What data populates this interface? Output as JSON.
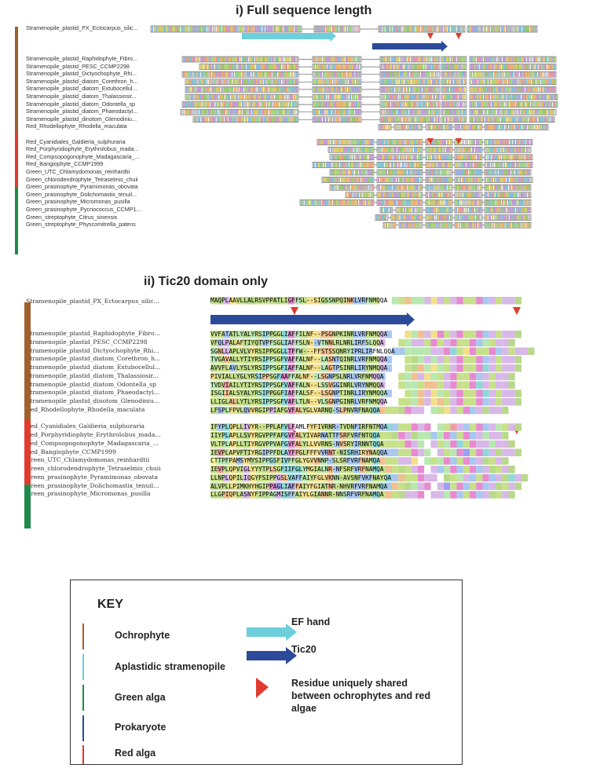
{
  "panel1": {
    "title": "i) Full sequence length",
    "top_sequence": "Stramenopile_plastid_PX_Ectocarpus_silic...",
    "rows": [
      "Stramenopile_plastid_Raphidophyte_Fibro...",
      "Stramenopile_plastid_PESC_CCMP2298",
      "Stramenopile_plastid_Dictyochophyte_Rhi...",
      "Stramenopile_plastid_diatom_Corethron_h...",
      "Stramenopile_plastid_diatom_Extubocellul...",
      "Stramenopile_plastid_diatom_Thalassiosir...",
      "Stramenopile_plastid_diatom_Odontella_sp",
      "Stramenopile_plastid_diatom_Phaeodactyl...",
      "Stramenopile_plastid_dinotom_Glenodiniu...",
      "Red_Rhodellophyte_Rhodella_maculata",
      "",
      "Red_Cyanidiales_Galdieria_sulphuraria",
      "Red_Porphyridiophyte_Erythrolobus_mada...",
      "Red_Compsopogonophyte_Madagascaria_...",
      "Red_Bangiophyte_CCMP1999",
      "Green_UTC_Chlamydomonas_reinhardtii",
      "Green_chlorodendrophyte_Tetraselmis_chuii",
      "Green_prasinophyte_Pyramimonas_obovata",
      "Green_prasinophyte_Dolichomastix_tenuil...",
      "Green_prasinophyte_Micromonas_pusilla",
      "Green_prasinophyte_Pycnococcus_CCMP1...",
      "Green_streptophyte_Citrus_sinensis",
      "Green_streptophyte_Physcomitrella_patens"
    ]
  },
  "panel2": {
    "title": "ii) Tic20 domain only",
    "top_sequence": "Stramenopile_plastid_PX_Ectocarpus_silic...",
    "top_alignment": "MAQPLAAVLLALRSVPPATLIGFFSL--SIGSSNPQINKLVRFNMQQA",
    "rows": [
      {
        "name": "Stramenopile_plastid_Raphidophyte_Fibro...",
        "seq": "VVFATATLYALYRSIPPGGLIAFFILNF--PSGNPKINRLVRFNMQQA"
      },
      {
        "name": "Stramenopile_plastid_PESC_CCMP2298",
        "seq": "VFQLPALAFTIYQTVPFSGLIAFFSLN--VTNNLRLNRLIRFSLQQA"
      },
      {
        "name": "Stramenopile_plastid_Dictyochophyte_Rhi...",
        "seq": "SGNLLAPLVLVYRSIPPGGLLTFFW---FFSTSSQNRYIPRLIRFNLQQA"
      },
      {
        "name": "Stramenopile_plastid_diatom_Corethron_h...",
        "seq": "TVGAVALLYTIYRSIPPSGFVAFFALNF--LASNTQINRLVRFNMQQA"
      },
      {
        "name": "Stramenopile_plastid_diatom_Extubocellul...",
        "seq": "AVVFLAVLYSLYRSIPPSGFIAFFALNF--LAGTPSINRLIRYNMQQA"
      },
      {
        "name": "Stramenopile_plastid_diatom_Thalassiosir...",
        "seq": "PIVIALLYGLYRSIPPSGFAAFFALNF--LSGNPSLNRLVRFNMQQA"
      },
      {
        "name": "Stramenopile_plastid_diatom_Odontella_sp",
        "seq": "TVDVIAILYTIYRSIPPSGFVAFFALN--LSSVGGINRLVRYNMQQA"
      },
      {
        "name": "Stramenopile_plastid_diatom_Phaeodactyl...",
        "seq": "ISGIIALSYALYRSIPPGGFIAFFALSF--LSGNPTINRLIRYNMQQA"
      },
      {
        "name": "Stramenopile_plastid_dinotom_Glenodiniu...",
        "seq": "LLIGLALLYTLYRSIPPSGFVAFLTLN--VLSGNPGINRLVRFNMQQA"
      },
      {
        "name": "Red_Rhodellophyte_Rhodella_maculata",
        "seq": "LFSPLFPVLQVVRGIPPIAFGVFALYGLVARNQ-SLPNVRFNAQQA"
      },
      {
        "name": "",
        "seq": ""
      },
      {
        "name": "Red_Cyanidiales_Galdieria_sulphuraria",
        "seq": "IFYPLQPLLIVYR--PPLAFVLFAMLFYFIVRNR-TVDNFIRFNTMQA"
      },
      {
        "name": "Red_Porphyridiophyte_Erythrolobus_mada...",
        "seq": "IIYPLAPLLSVYRGVPPFAFGVFALYIVARNATTFSRFVRFNTQQA"
      },
      {
        "name": "Red_Compsopogonophyte_Madagascaria_...",
        "seq": "VLTPLAPLLTIYRGVPPVAFGVFALYLLVVRNS-NVSRYIRNNTQQA"
      },
      {
        "name": "Red_Bangiophyte_CCMP1999",
        "seq": "IEVPLAPVFTIYRGIPPFDLAYFPGLFFFVVRNT-NISRHIRYNAQQA"
      },
      {
        "name": "Green_UTC_Chlamydomonas_reinhardtii",
        "seq": "CTTPFPAMSYMYSIPPGSFIVFFGLYGVVNNP-SLSRFVRFNAMQA"
      },
      {
        "name": "Green_chlorodendrophyte_Tetraselmis_chuii",
        "seq": "IEVPLQPVIGLYYYTPLSGFIIFGLYMGIALNR-NFSRFVRFNAMQA"
      },
      {
        "name": "Green_prasinophyte_Pyramimonas_obovata",
        "seq": "LLNPLQPILIQGYFSIPPGSLVAFFAIYFGLVKNN-AVSNFVKFNAYQA"
      },
      {
        "name": "Green_prasinophyte_Dolichomastix_tenuil...",
        "seq": "ALVPLLPIMKHYHGIPPAGLIAFFAIYFGIATNR-NHVRFVRFNAMQA"
      },
      {
        "name": "Green_prasinophyte_Micromonas_pusilla",
        "seq": "LLGPIQPLASNYFIPPAGMISFFAIYLGIANNR-NNSRFVRFNAMQA"
      }
    ]
  },
  "key": {
    "title": "KEY",
    "items": [
      {
        "label": "Ochrophyte",
        "color": "#a0602c"
      },
      {
        "label": "Aplastidic stramenopile",
        "color": "#6ccfd9"
      },
      {
        "label": "Green alga",
        "color": "#1f8a4c"
      },
      {
        "label": "Prokaryote",
        "color": "#2c4a9a"
      },
      {
        "label": "Red alga",
        "color": "#e03b2e"
      }
    ],
    "symbols": [
      {
        "label": "EF hand",
        "icon": "cyan-arrow-icon",
        "color": "#6ccfd9"
      },
      {
        "label": "Tic20",
        "icon": "blue-arrow-icon",
        "color": "#2c4a9a"
      },
      {
        "label": "Residue uniquely shared between ochrophytes and red algae",
        "icon": "red-triangle-icon",
        "color": "#e03b2e"
      }
    ]
  },
  "colors": {
    "ochrophyte": "#a0602c",
    "red": "#e03b2e",
    "green": "#1f8a4c",
    "cyan": "#6ccfd9",
    "blue": "#2c4a9a"
  }
}
